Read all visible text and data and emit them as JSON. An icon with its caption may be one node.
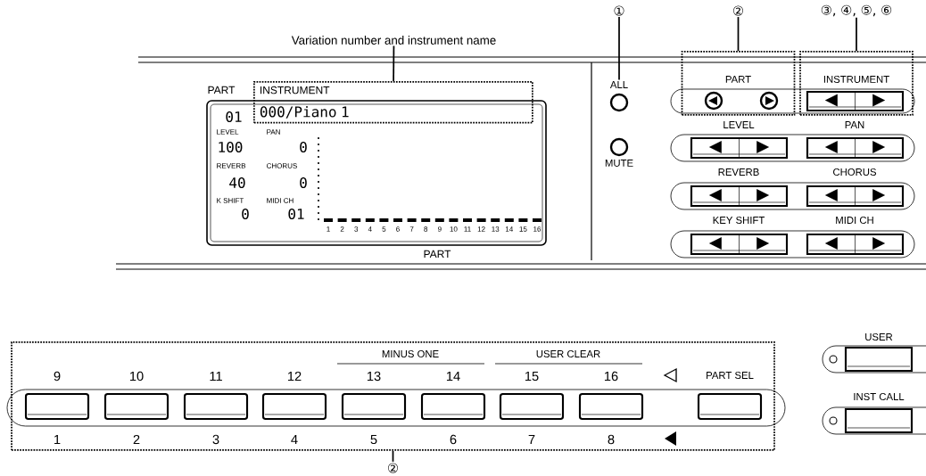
{
  "diagram": {
    "nodes": [
      {
        "text": [
          "Variation number and instrument name"
        ]
      },
      {
        "text": [
          "INSTRUMENT",
          "000/Piano 1"
        ]
      },
      {
        "text": [
          "①"
        ]
      },
      {
        "text": [
          "ALL"
        ]
      },
      {
        "text": [
          "②"
        ]
      },
      {
        "text": [
          "PART"
        ]
      },
      {
        "text": [
          "③, ④, ⑤, ⑥"
        ]
      },
      {
        "text": [
          "INSTRUMENT"
        ]
      },
      {
        "text": [],
        "shape": "box"
      },
      {
        "text": [
          "②"
        ]
      },
      {
        "text": [
          "MUTE"
        ]
      }
    ],
    "edges": [
      {
        "from": 0,
        "to": 1,
        "arrow": "none"
      },
      {
        "from": 2,
        "to": 3,
        "arrow": "none"
      },
      {
        "from": 4,
        "to": 5,
        "arrow": "none"
      },
      {
        "from": 6,
        "to": 7,
        "arrow": "none"
      },
      {
        "from": 9,
        "to": 8,
        "arrow": "none"
      }
    ],
    "labels": [
      "PART",
      "01",
      "LEVEL",
      "PAN",
      "100",
      "0",
      "REVERB",
      "CHORUS",
      "40",
      "0",
      "K SHIFT",
      "MIDI CH",
      "0",
      "01",
      "1",
      "2",
      "3",
      "4",
      "5",
      "6",
      "7",
      "8",
      "9",
      "10",
      "11",
      "12",
      "13",
      "14",
      "15",
      "16",
      "PART",
      "LEVEL",
      "PAN",
      "REVERB",
      "CHORUS",
      "KEY SHIFT",
      "MIDI CH",
      "USER",
      "MINUS ONE",
      "USER CLEAR",
      "9",
      "10",
      "11",
      "12",
      "13",
      "14",
      "15",
      "16",
      "PART SEL",
      "INST CALL",
      "1",
      "2",
      "3",
      "4",
      "5",
      "6",
      "7",
      "8"
    ]
  }
}
